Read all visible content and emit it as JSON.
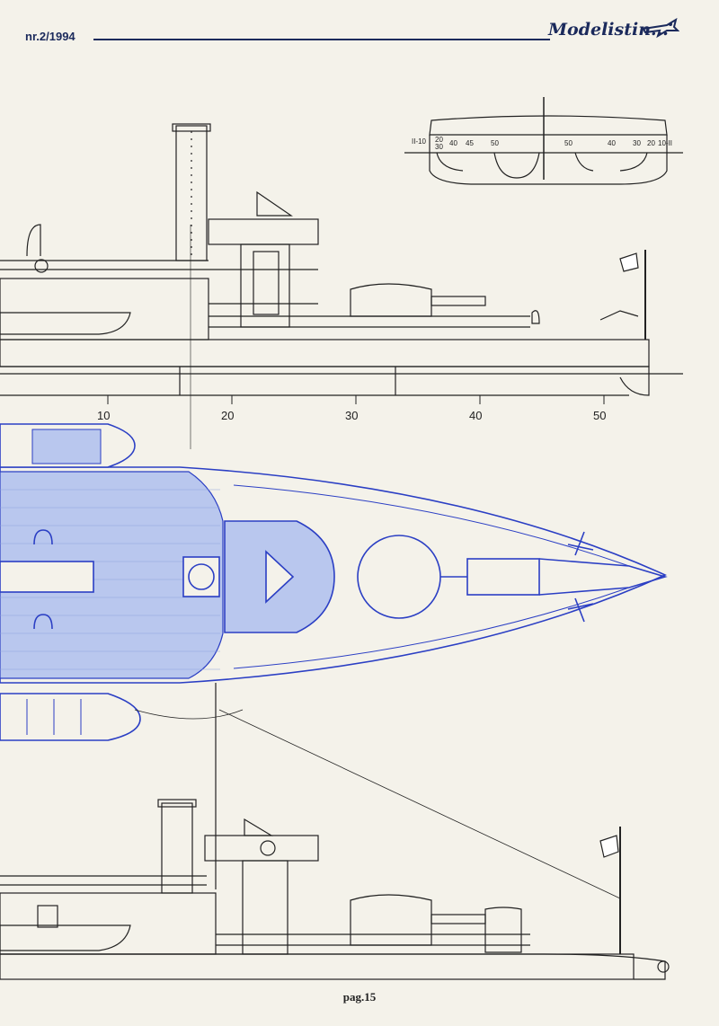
{
  "header": {
    "issue": "nr.2/1994",
    "brand": "Modelistin..."
  },
  "section_labels": {
    "left": "II-10",
    "a": "20",
    "b": "30",
    "c": "40",
    "d": "45",
    "e": "50",
    "f": "50",
    "g": "40",
    "h": "30",
    "i": "20",
    "right": "10-II"
  },
  "scale": [
    "10",
    "20",
    "30",
    "40",
    "50"
  ],
  "footer": {
    "page": "pag.15"
  },
  "colors": {
    "ink": "#1b2a5c",
    "blueprint": "#2b3fc4",
    "blueprint_fill": "#b9c7ee",
    "line": "#222222"
  }
}
